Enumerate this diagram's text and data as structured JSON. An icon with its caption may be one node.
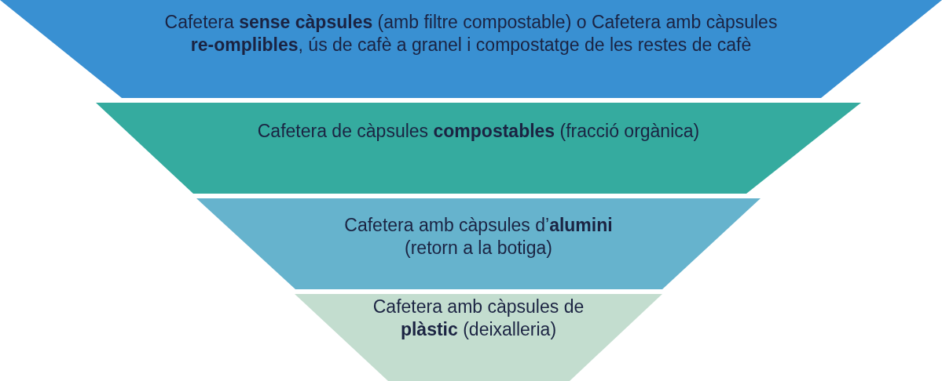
{
  "diagram": {
    "nodes": [
      {
        "text": [
          "Cafetera **sense càpsules** (amb filtre compostable) o Cafetera amb càpsules **re-omplibles**, ús de cafè a granel i compostatge de les restes de cafè"
        ]
      },
      {
        "text": [
          "Cafetera de càpsules **compostables** (fracció orgànica)"
        ]
      },
      {
        "text": [
          "Cafetera amb càpsules d’**alumini** (retorn a la botiga)"
        ]
      },
      {
        "text": [
          "Cafetera amb càpsules de **plàstic** (deixalleria)"
        ]
      }
    ]
  }
}
